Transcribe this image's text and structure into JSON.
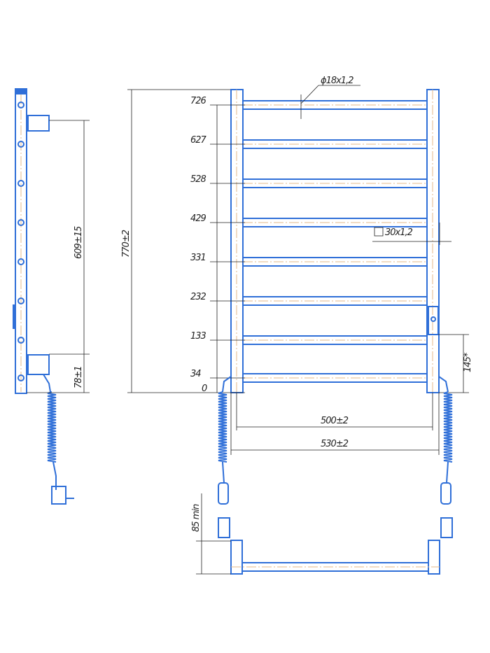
{
  "drawing": {
    "rung_levels": [
      "726",
      "627",
      "528",
      "429",
      "331",
      "232",
      "133",
      "34",
      "0"
    ],
    "tube_diameter": "ϕ18x1,2",
    "upright_profile": "30x1,2",
    "total_height": "770±2",
    "mount_spacing": "609±15",
    "mount_offset": "78±1",
    "heater_height": "145*",
    "inner_width": "500±2",
    "outer_width": "530±2",
    "min_clearance": "85 min",
    "colors": {
      "line": "#2f6fd8",
      "centerline": "#e3b98a",
      "dimension": "#222222"
    }
  }
}
